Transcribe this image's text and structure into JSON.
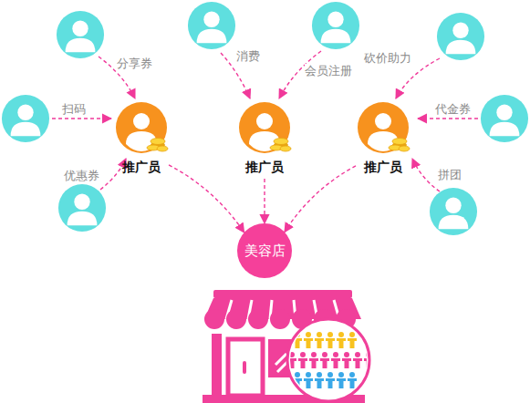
{
  "diagram": {
    "nodes": [
      {
        "text": [
          "推广员"
        ]
      },
      {
        "text": [
          "推广员"
        ]
      },
      {
        "text": [
          "推广员"
        ]
      },
      {
        "text": [
          "美容店"
        ]
      }
    ],
    "edges": [
      {
        "from": 0,
        "to": 3,
        "arrow": "to"
      },
      {
        "from": 1,
        "to": 3,
        "arrow": "to"
      },
      {
        "from": 2,
        "to": 3,
        "arrow": "to"
      }
    ],
    "labels": [
      "分享券",
      "扫码",
      "优惠券",
      "消费",
      "会员注册",
      "砍价助力",
      "代金券",
      "拼团"
    ]
  }
}
